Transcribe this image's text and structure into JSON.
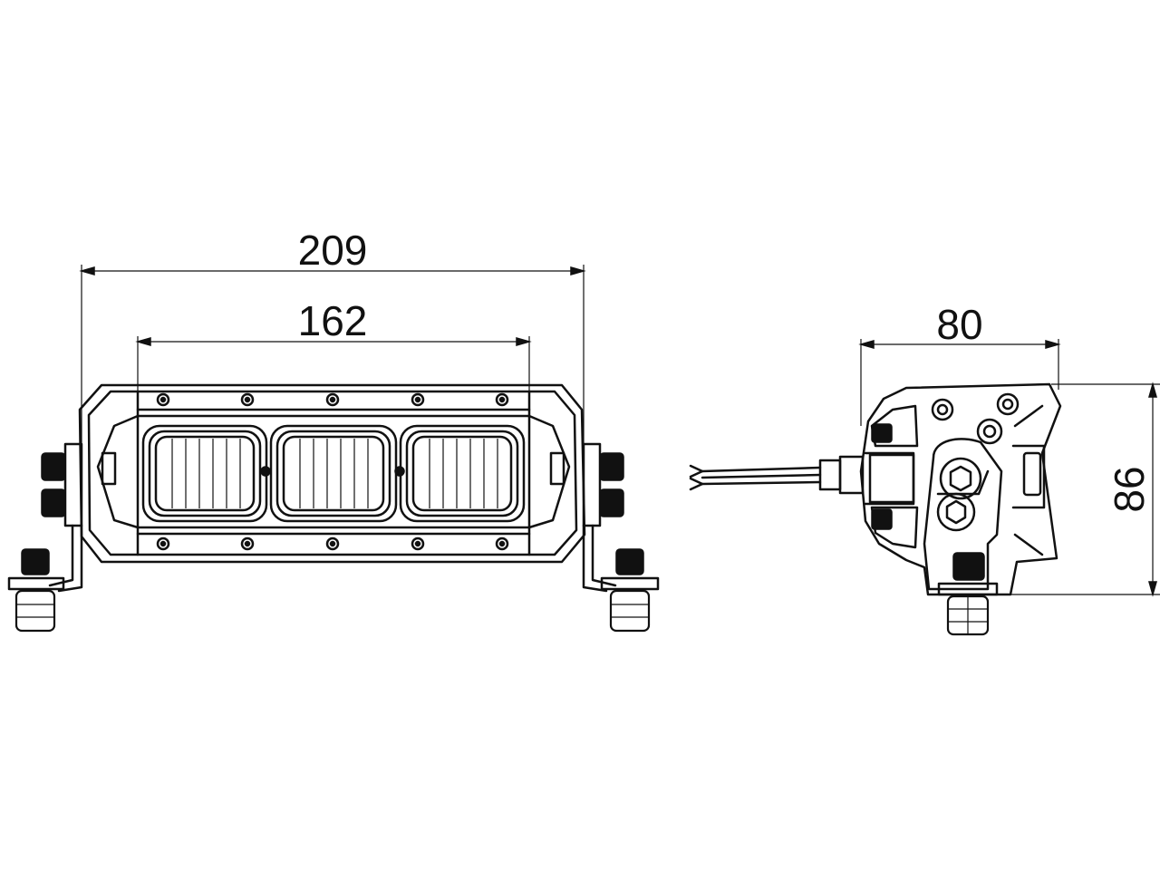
{
  "dimensions": {
    "overall_width": "209",
    "lens_width": "162",
    "side_depth": "80",
    "side_height": "86"
  },
  "colors": {
    "line": "#111111",
    "background": "#ffffff"
  }
}
